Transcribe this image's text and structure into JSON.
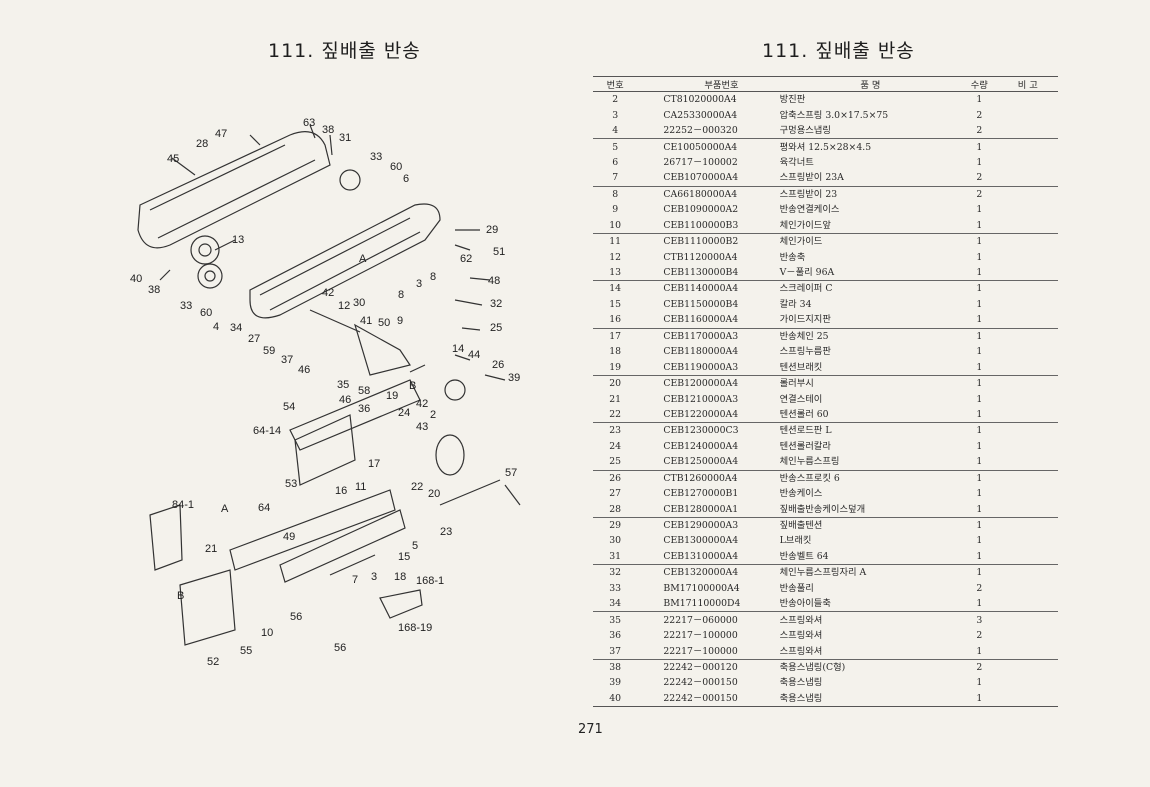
{
  "page": {
    "title_left": "111. 짚배출 반송",
    "title_right": "111. 짚배출 반송",
    "page_number": "271"
  },
  "table": {
    "headers": {
      "no": "번호",
      "part_no": "부품번호",
      "name": "품        명",
      "qty": "수량",
      "remarks": "비  고"
    },
    "rows": [
      {
        "no": "2",
        "part_no": "CT81020000A4",
        "name": "방진판",
        "qty": "1"
      },
      {
        "no": "3",
        "part_no": "CA25330000A4",
        "name": "압축스프링 3.0×17.5×75",
        "qty": "2"
      },
      {
        "no": "4",
        "part_no": "22252－000320",
        "name": "구멍용스냅링",
        "qty": "2"
      },
      {
        "no": "5",
        "part_no": "CE10050000A4",
        "name": "평와셔 12.5×28×4.5",
        "qty": "1"
      },
      {
        "no": "6",
        "part_no": "26717－100002",
        "name": "육각너트",
        "qty": "1"
      },
      {
        "no": "7",
        "part_no": "CEB1070000A4",
        "name": "스프링받이 23A",
        "qty": "2"
      },
      {
        "no": "8",
        "part_no": "CA66180000A4",
        "name": "스프링받이 23",
        "qty": "2"
      },
      {
        "no": "9",
        "part_no": "CEB1090000A2",
        "name": "반송연결케이스",
        "qty": "1"
      },
      {
        "no": "10",
        "part_no": "CEB1100000B3",
        "name": "체인가이드앞",
        "qty": "1"
      },
      {
        "no": "11",
        "part_no": "CEB1110000B2",
        "name": "체인가이드",
        "qty": "1"
      },
      {
        "no": "12",
        "part_no": "CTB1120000A4",
        "name": "반송축",
        "qty": "1"
      },
      {
        "no": "13",
        "part_no": "CEB1130000B4",
        "name": "V－풀리 96A",
        "qty": "1"
      },
      {
        "no": "14",
        "part_no": "CEB1140000A4",
        "name": "스크레이퍼 C",
        "qty": "1"
      },
      {
        "no": "15",
        "part_no": "CEB1150000B4",
        "name": "칼라 34",
        "qty": "1"
      },
      {
        "no": "16",
        "part_no": "CEB1160000A4",
        "name": "가이드지지판",
        "qty": "1"
      },
      {
        "no": "17",
        "part_no": "CEB1170000A3",
        "name": "반송체인 25",
        "qty": "1"
      },
      {
        "no": "18",
        "part_no": "CEB1180000A4",
        "name": "스프링누름판",
        "qty": "1"
      },
      {
        "no": "19",
        "part_no": "CEB1190000A3",
        "name": "텐션브래킷",
        "qty": "1"
      },
      {
        "no": "20",
        "part_no": "CEB1200000A4",
        "name": "롤러부시",
        "qty": "1"
      },
      {
        "no": "21",
        "part_no": "CEB1210000A3",
        "name": "연결스테이",
        "qty": "1"
      },
      {
        "no": "22",
        "part_no": "CEB1220000A4",
        "name": "텐션롤러 60",
        "qty": "1"
      },
      {
        "no": "23",
        "part_no": "CEB1230000C3",
        "name": "텐션로드판 L",
        "qty": "1"
      },
      {
        "no": "24",
        "part_no": "CEB1240000A4",
        "name": "텐션롤러칼라",
        "qty": "1"
      },
      {
        "no": "25",
        "part_no": "CEB1250000A4",
        "name": "체인누름스프링",
        "qty": "1"
      },
      {
        "no": "26",
        "part_no": "CTB1260000A4",
        "name": "반송스프로킷 6",
        "qty": "1"
      },
      {
        "no": "27",
        "part_no": "CEB1270000B1",
        "name": "반송케이스",
        "qty": "1"
      },
      {
        "no": "28",
        "part_no": "CEB1280000A1",
        "name": "짚배출반송케이스덮개",
        "qty": "1"
      },
      {
        "no": "29",
        "part_no": "CEB1290000A3",
        "name": "짚배출텐션",
        "qty": "1"
      },
      {
        "no": "30",
        "part_no": "CEB1300000A4",
        "name": "L브래킷",
        "qty": "1"
      },
      {
        "no": "31",
        "part_no": "CEB1310000A4",
        "name": "반송벨트 64",
        "qty": "1"
      },
      {
        "no": "32",
        "part_no": "CEB1320000A4",
        "name": "체인누름스프링자리 A",
        "qty": "1"
      },
      {
        "no": "33",
        "part_no": "BM17100000A4",
        "name": "반송풀리",
        "qty": "2"
      },
      {
        "no": "34",
        "part_no": "BM17110000D4",
        "name": "반송아이들축",
        "qty": "1"
      },
      {
        "no": "35",
        "part_no": "22217－060000",
        "name": "스프링와셔",
        "qty": "3"
      },
      {
        "no": "36",
        "part_no": "22217－100000",
        "name": "스프링와셔",
        "qty": "2"
      },
      {
        "no": "37",
        "part_no": "22217－100000",
        "name": "스프링와셔",
        "qty": "1"
      },
      {
        "no": "38",
        "part_no": "22242－000120",
        "name": "축용스냅링(C형)",
        "qty": "2"
      },
      {
        "no": "39",
        "part_no": "22242－000150",
        "name": "축용스냅링",
        "qty": "1"
      },
      {
        "no": "40",
        "part_no": "22242－000150",
        "name": "축용스냅링",
        "qty": "1"
      }
    ]
  },
  "diagram": {
    "callouts": [
      "47",
      "28",
      "63",
      "38",
      "31",
      "45",
      "33",
      "60",
      "6",
      "13",
      "29",
      "62",
      "51",
      "40",
      "38",
      "33",
      "60",
      "4",
      "34",
      "27",
      "59",
      "37",
      "46",
      "42",
      "12",
      "41",
      "50",
      "9",
      "30",
      "8",
      "3",
      "48",
      "32",
      "25",
      "14",
      "44",
      "26",
      "39",
      "35",
      "58",
      "46",
      "36",
      "19",
      "42",
      "2",
      "24",
      "43",
      "54",
      "64-14",
      "53",
      "16",
      "11",
      "17",
      "22",
      "20",
      "57",
      "84-1",
      "64",
      "49",
      "21",
      "15",
      "5",
      "23",
      "7",
      "3",
      "18",
      "168-1",
      "168-19",
      "56",
      "10",
      "55",
      "52",
      "56",
      "A",
      "B",
      "A",
      "B"
    ]
  }
}
